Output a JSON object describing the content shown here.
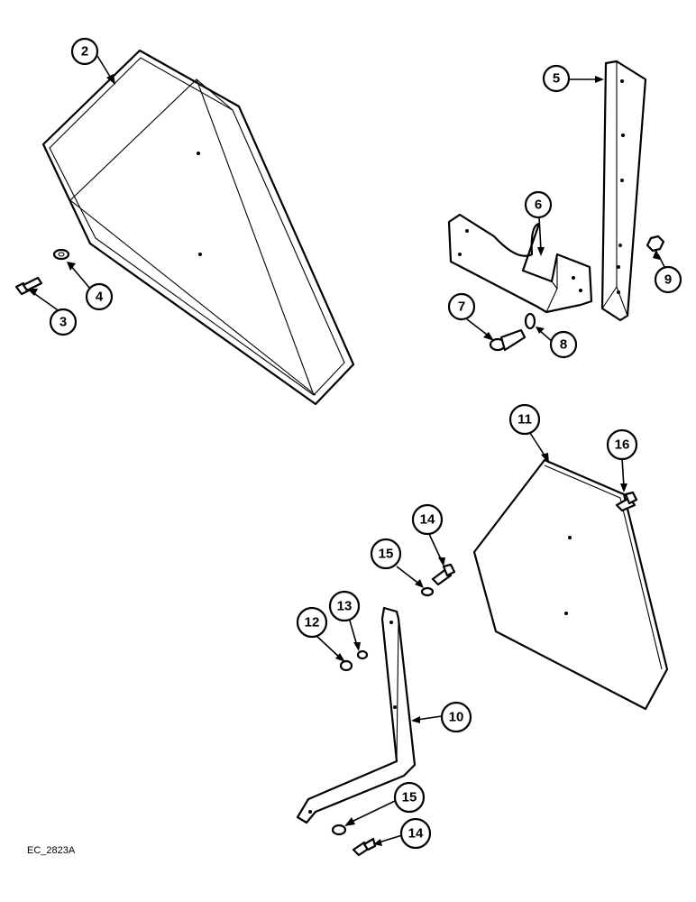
{
  "drawing_reference": "EC_2823A",
  "callouts": [
    {
      "id": "c2",
      "label": "2"
    },
    {
      "id": "c3",
      "label": "3"
    },
    {
      "id": "c4",
      "label": "4"
    },
    {
      "id": "c5",
      "label": "5"
    },
    {
      "id": "c6",
      "label": "6"
    },
    {
      "id": "c7",
      "label": "7"
    },
    {
      "id": "c8",
      "label": "8"
    },
    {
      "id": "c9",
      "label": "9"
    },
    {
      "id": "c10",
      "label": "10"
    },
    {
      "id": "c11",
      "label": "11"
    },
    {
      "id": "c12",
      "label": "12"
    },
    {
      "id": "c13",
      "label": "13"
    },
    {
      "id": "c14a",
      "label": "14"
    },
    {
      "id": "c14b",
      "label": "14"
    },
    {
      "id": "c15a",
      "label": "15"
    },
    {
      "id": "c15b",
      "label": "15"
    },
    {
      "id": "c16",
      "label": "16"
    }
  ]
}
